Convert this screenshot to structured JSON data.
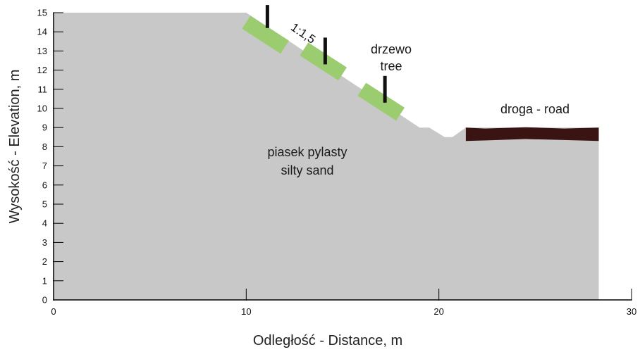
{
  "chart_data": {
    "type": "diagram",
    "xlabel": "Odległość - Distance, m",
    "ylabel": "Wysokość - Elevation, m",
    "xlim": [
      0,
      30
    ],
    "ylim": [
      0,
      15
    ],
    "x_ticks": [
      0,
      10,
      20,
      30
    ],
    "y_ticks": [
      0,
      1,
      2,
      3,
      4,
      5,
      6,
      7,
      8,
      9,
      10,
      11,
      12,
      13,
      14,
      15
    ],
    "soil_profile": [
      [
        0,
        0
      ],
      [
        0,
        15
      ],
      [
        10,
        15
      ],
      [
        19,
        9
      ],
      [
        19.5,
        9
      ],
      [
        20.3,
        8.5
      ],
      [
        20.7,
        8.5
      ],
      [
        21.4,
        9
      ],
      [
        28.3,
        9
      ],
      [
        28.3,
        0
      ]
    ],
    "slope_ratio": "1:1,5",
    "green_strips": [
      {
        "x0": 10,
        "y0": 14.5,
        "x1": 12,
        "y1": 13.2
      },
      {
        "x0": 13,
        "y0": 13.1,
        "x1": 15,
        "y1": 11.8
      },
      {
        "x0": 16,
        "y0": 11.0,
        "x1": 18,
        "y1": 9.7
      }
    ],
    "trees": [
      {
        "x": 11.1,
        "y_base": 14.2,
        "height": 1.2
      },
      {
        "x": 14.1,
        "y_base": 12.3,
        "height": 1.4
      },
      {
        "x": 17.2,
        "y_base": 10.3,
        "height": 1.4
      }
    ],
    "road": {
      "x0": 21.4,
      "x1": 28.3,
      "y_top": 9,
      "y_bottom": 8.3
    },
    "labels": {
      "soil_pl": "piasek pylasty",
      "soil_en": "silty sand",
      "tree_pl": "drzewo",
      "tree_en": "tree",
      "road": "droga - road"
    },
    "colors": {
      "soil": "#c8c8c8",
      "strip": "#9bcc6f",
      "tree": "#111111",
      "road": "#3a1412",
      "axis": "#000000"
    }
  }
}
